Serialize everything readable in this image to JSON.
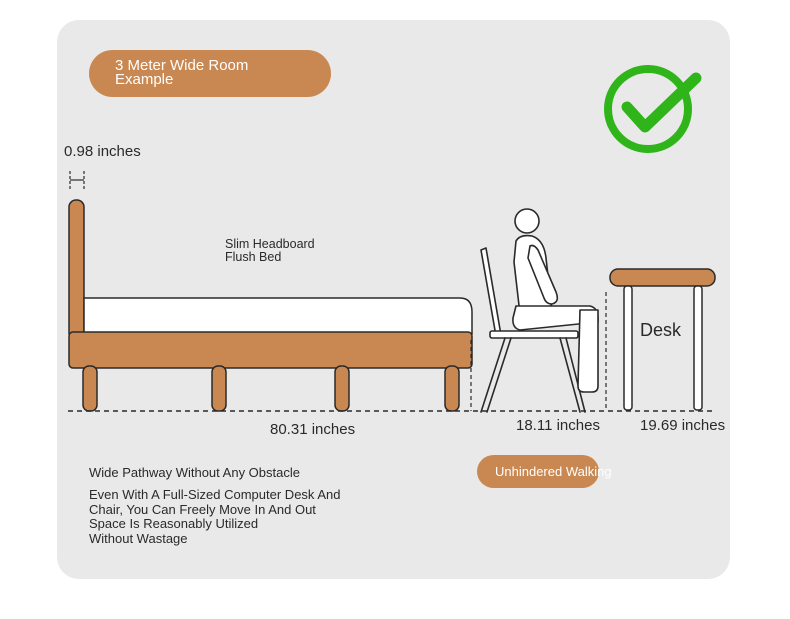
{
  "title": {
    "line1": "3 Meter Wide Room",
    "line2": "Example"
  },
  "labels": {
    "headboard_thickness": "0.98 inches",
    "headboard_line1": "Slim Headboard",
    "headboard_line2": "Flush Bed",
    "bed_length": "80.31 inches",
    "pathway": "18.11 inches",
    "desk_depth": "19.69 inches",
    "desk": "Desk",
    "walking": "Unhindered Walking"
  },
  "description": {
    "heading": "Wide Pathway Without Any Obstacle",
    "lines": [
      "Even With A Full-Sized Computer Desk And",
      "Chair, You Can Freely Move In And Out",
      "Space Is Reasonably Utilized",
      "Without Wastage"
    ]
  },
  "icons": {
    "check": "green-check-circle-icon"
  },
  "colors": {
    "panel": "#e9e9e9",
    "wood": "#c98851",
    "check": "#2fb51a",
    "line": "#2a2a2a",
    "mattress": "#ffffff"
  }
}
